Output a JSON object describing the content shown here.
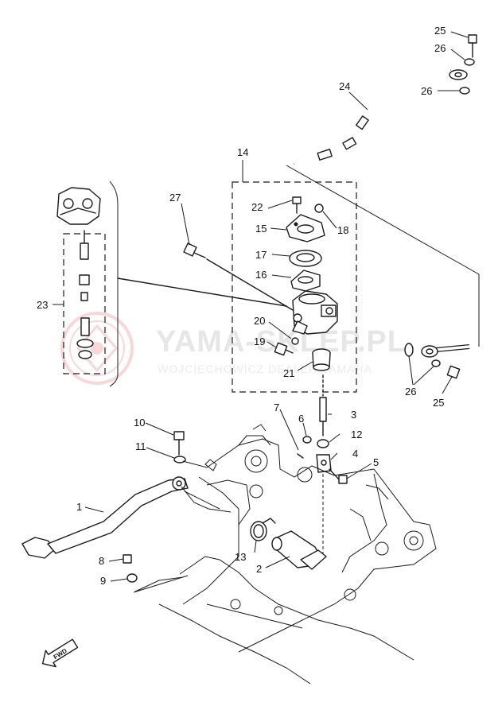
{
  "watermark": {
    "title": "YAMA-SKLEP.PL",
    "subtitle": "WOJCIECHOWICZ DEALER YAMAHA"
  },
  "direction_label": "FWD",
  "callouts": [
    "1",
    "2",
    "3",
    "4",
    "5",
    "6",
    "7",
    "8",
    "9",
    "10",
    "11",
    "12",
    "13",
    "14",
    "15",
    "16",
    "17",
    "18",
    "19",
    "20",
    "21",
    "22",
    "23",
    "24",
    "25",
    "25",
    "26",
    "26",
    "26",
    "26",
    "27"
  ],
  "colors": {
    "ink": "#1a1a1a",
    "watermark": "#e6e6e6",
    "watermark_logo": "#f4c9c9"
  }
}
